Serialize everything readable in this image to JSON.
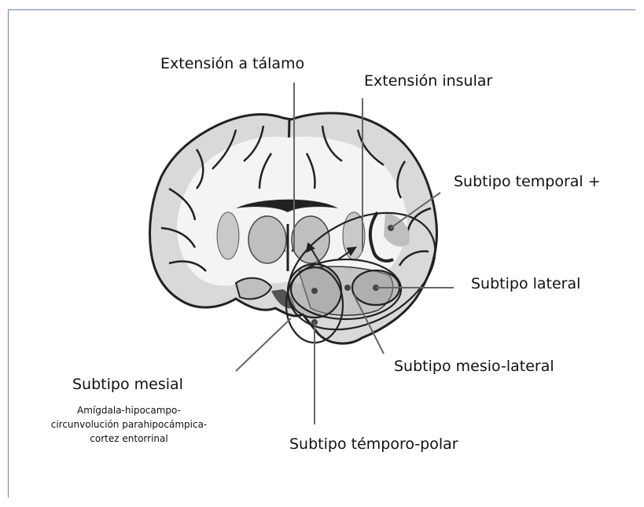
{
  "labels": {
    "thalamus": "Extensión a tálamo",
    "insular": "Extensión insular",
    "temporal_plus": "Subtipo temporal +",
    "lateral": "Subtipo lateral",
    "mesio_lateral": "Subtipo mesio-lateral",
    "mesial": "Subtipo mesial",
    "temporo_polar": "Subtipo témporo-polar"
  },
  "mesial_description": [
    "Amígdala-hipocampo-",
    "circunvolución parahipocámpica-",
    "cortez entorrinal"
  ],
  "colors": {
    "frame": "#6f87a8",
    "line": "#555555",
    "brain_outline": "#222222",
    "gray_matter": "#bfbfbf"
  }
}
